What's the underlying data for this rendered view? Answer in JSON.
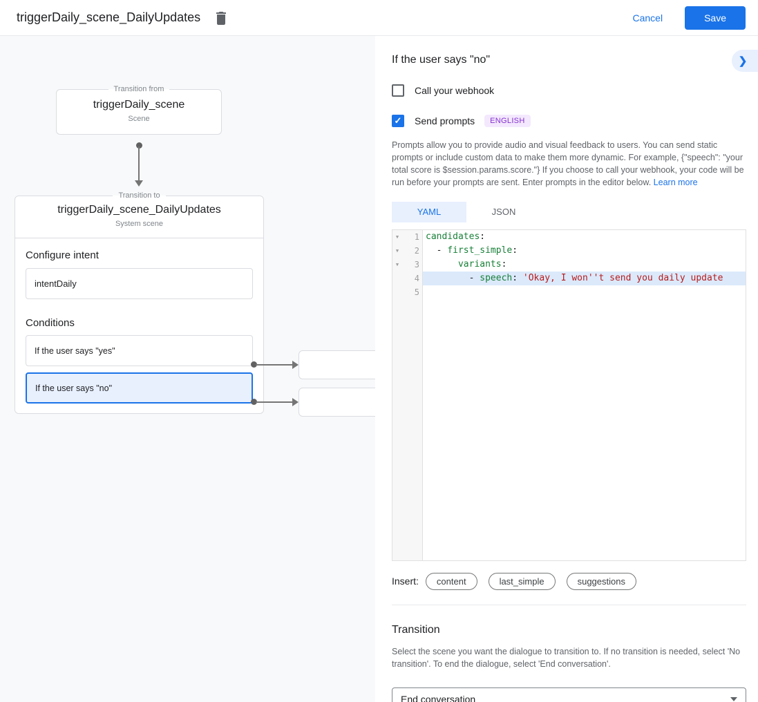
{
  "header": {
    "title": "triggerDaily_scene_DailyUpdates",
    "cancel_label": "Cancel",
    "save_label": "Save"
  },
  "diagram": {
    "from_box": {
      "group_label": "Transition from",
      "title": "triggerDaily_scene",
      "subtitle": "Scene"
    },
    "to_box": {
      "group_label": "Transition to",
      "title": "triggerDaily_scene_DailyUpdates",
      "subtitle": "System scene",
      "configure_intent_label": "Configure intent",
      "intent_value": "intentDaily",
      "conditions_label": "Conditions",
      "conditions": [
        {
          "label": "If the user says \"yes\"",
          "selected": false
        },
        {
          "label": "If the user says \"no\"",
          "selected": true
        }
      ]
    }
  },
  "panel": {
    "title": "If the user says \"no\"",
    "webhook": {
      "label": "Call your webhook",
      "checked": false
    },
    "send_prompts": {
      "label": "Send prompts",
      "badge": "ENGLISH",
      "checked": true
    },
    "description": "Prompts allow you to provide audio and visual feedback to users. You can send static prompts or include custom data to make them more dynamic. For example, {\"speech\": \"your total score is $session.params.score.\"} If you choose to call your webhook, your code will be run before your prompts are sent. Enter prompts in the editor below. ",
    "learn_more_label": "Learn more",
    "tabs": [
      {
        "label": "YAML",
        "active": true
      },
      {
        "label": "JSON",
        "active": false
      }
    ],
    "editor": {
      "lines": [
        {
          "num": "1",
          "fold": true,
          "highlight": false,
          "segments": [
            {
              "t": "candidates",
              "c": "key"
            },
            {
              "t": ":",
              "c": "plain"
            }
          ]
        },
        {
          "num": "2",
          "fold": true,
          "highlight": false,
          "segments": [
            {
              "t": "  - ",
              "c": "plain"
            },
            {
              "t": "first_simple",
              "c": "key"
            },
            {
              "t": ":",
              "c": "plain"
            }
          ]
        },
        {
          "num": "3",
          "fold": true,
          "highlight": false,
          "segments": [
            {
              "t": "      ",
              "c": "plain"
            },
            {
              "t": "variants",
              "c": "key"
            },
            {
              "t": ":",
              "c": "plain"
            }
          ]
        },
        {
          "num": "4",
          "fold": false,
          "highlight": true,
          "segments": [
            {
              "t": "        - ",
              "c": "plain"
            },
            {
              "t": "speech",
              "c": "key"
            },
            {
              "t": ": ",
              "c": "plain"
            },
            {
              "t": "'Okay, I won''t send you daily update",
              "c": "string"
            }
          ]
        },
        {
          "num": "5",
          "fold": false,
          "highlight": false,
          "segments": []
        }
      ]
    },
    "insert": {
      "label": "Insert:",
      "chips": [
        "content",
        "last_simple",
        "suggestions"
      ]
    },
    "transition": {
      "title": "Transition",
      "description": "Select the scene you want the dialogue to transition to. If no transition is needed, select 'No transition'. To end the dialogue, select 'End conversation'.",
      "select_value": "End conversation"
    }
  },
  "colors": {
    "accent": "#1a73e8",
    "accent_light": "#e8f0fe",
    "badge_bg": "#f3e8fd",
    "badge_text": "#8430ce",
    "yaml_key": "#188038",
    "yaml_string": "#b71c1c"
  }
}
